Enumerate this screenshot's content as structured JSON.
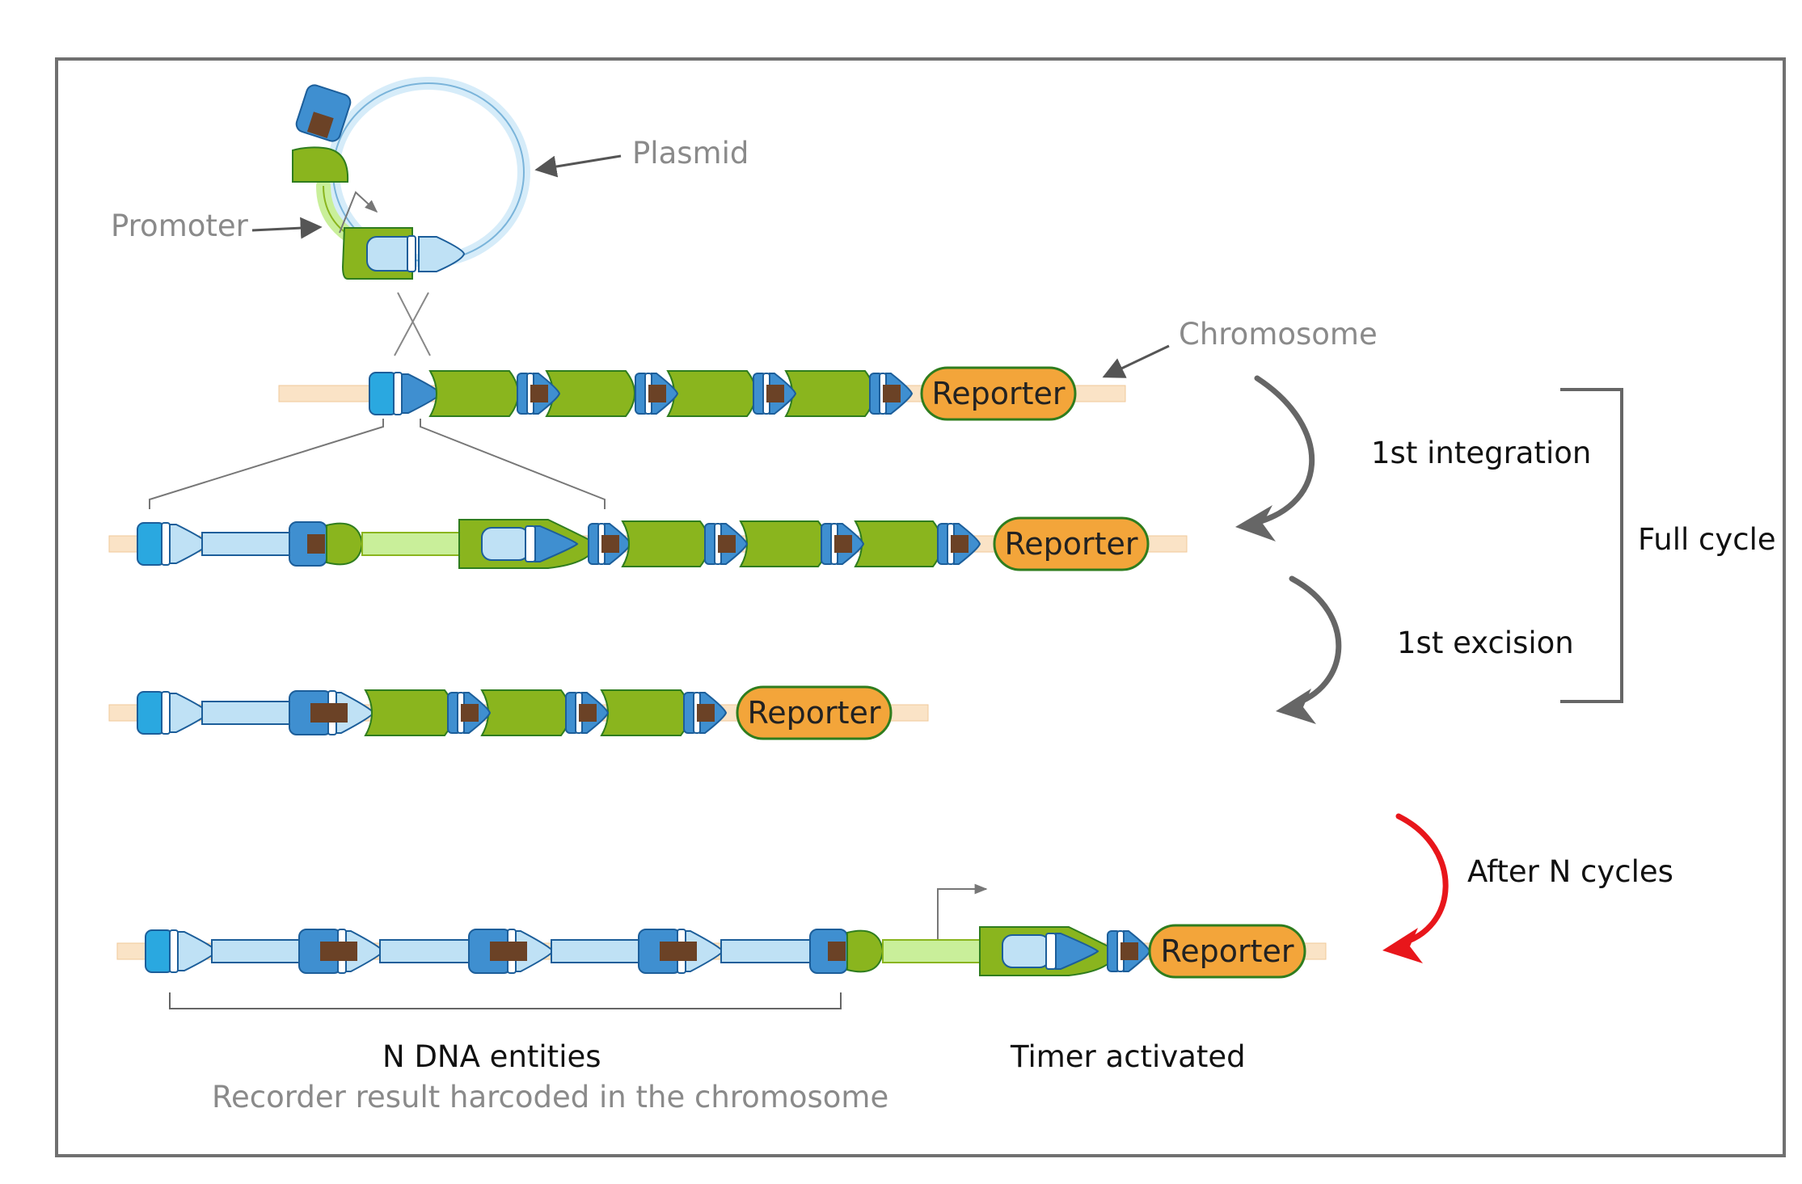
{
  "labels": {
    "plasmid": "Plasmid",
    "promoter": "Promoter",
    "chromosome": "Chromosome",
    "first_integration": "1st integration",
    "first_excision": "1st excision",
    "full_cycle": "Full cycle",
    "after_n_cycles": "After N cycles",
    "n_dna_entities": "N DNA entities",
    "recorder_result": "Recorder result harcoded in the chromosome",
    "timer_activated": "Timer activated"
  },
  "reporter_label": "Reporter",
  "colors": {
    "green": "#8ab51e",
    "green_dark": "#2f7d1e",
    "blue": "#3f8fd0",
    "blue_light": "#bfe1f5",
    "blue_cyan": "#2aa8e0",
    "blue_stroke": "#1c5e9a",
    "brown": "#6b4226",
    "orange": "#f3a53a",
    "beige": "#fae3c6",
    "light_green": "#c9ef9a",
    "arrow_gray": "#666666",
    "arrow_red": "#e8161b",
    "frame": "#707070"
  },
  "rows": [
    {
      "name": "chromosome-initial",
      "reporter": "Reporter"
    },
    {
      "name": "after-first-integration",
      "reporter": "Reporter"
    },
    {
      "name": "after-first-excision",
      "reporter": "Reporter"
    },
    {
      "name": "after-n-cycles",
      "reporter": "Reporter"
    }
  ]
}
